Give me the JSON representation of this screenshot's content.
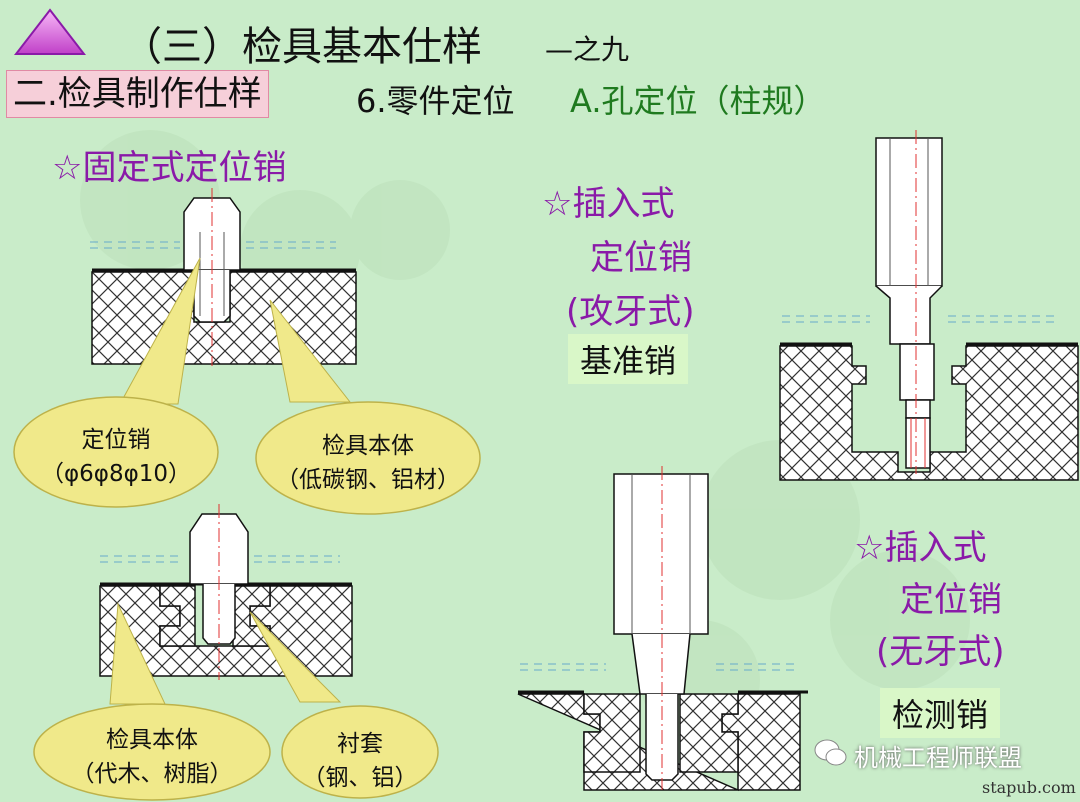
{
  "header": {
    "title": "（三）检具基本仕样",
    "title_suffix": "—之九",
    "section": "二.检具制作仕样",
    "topic": "6.零件定位",
    "method": "A.孔定位（柱规）"
  },
  "fixed_pin": {
    "label": "☆固定式定位销",
    "callout_pin": {
      "line1": "定位销",
      "line2": "（φ6φ8φ10）"
    },
    "callout_body": {
      "line1": "检具本体",
      "line2": "（低碳钢、铝材）"
    }
  },
  "bushing_pin": {
    "callout_body": {
      "line1": "检具本体",
      "line2": "（代木、树脂）"
    },
    "callout_bushing": {
      "line1": "衬套",
      "line2": "（钢、铝）"
    }
  },
  "threaded_pin": {
    "label_line1": "☆插入式",
    "label_line2": "定位销",
    "label_line3": "(攻牙式)",
    "tag": "基准销"
  },
  "plain_pin": {
    "label_line1": "☆插入式",
    "label_line2": "定位销",
    "label_line3": "(无牙式)",
    "tag": "检测销"
  },
  "watermark": {
    "brand": "机械工程师联盟",
    "site": "stapub.com"
  },
  "colors": {
    "background": "#c9ecc9",
    "accent_purple": "#8a1aa8",
    "method_green": "#1f7a1f",
    "callout_fill": "#f0e98a",
    "hatch": "#333333",
    "centerline": "#e03030"
  }
}
